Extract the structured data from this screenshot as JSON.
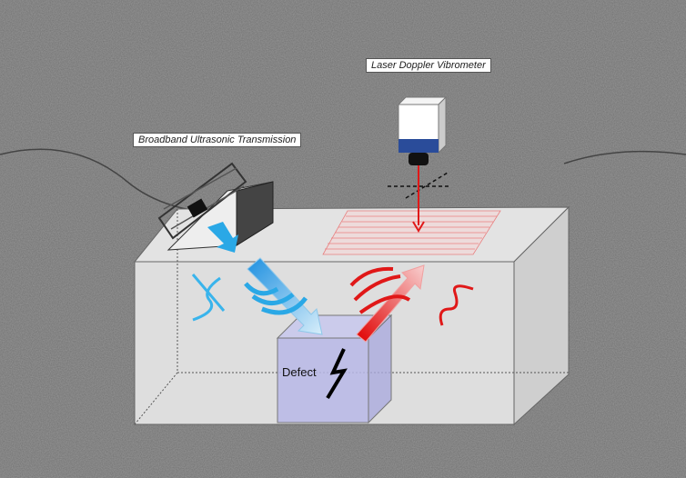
{
  "labels": {
    "ultrasonic": "Broadband Ultrasonic Transmission",
    "ldv": "Laser Doppler Vibrometer",
    "defect": "Defect"
  },
  "colors": {
    "ultrasonic_wave": "#2aa8e6",
    "laser": "#e01818",
    "scan_grid": "#e88080",
    "defect_box": "#b8b8e8",
    "ldv_band": "#2a4c9a"
  }
}
